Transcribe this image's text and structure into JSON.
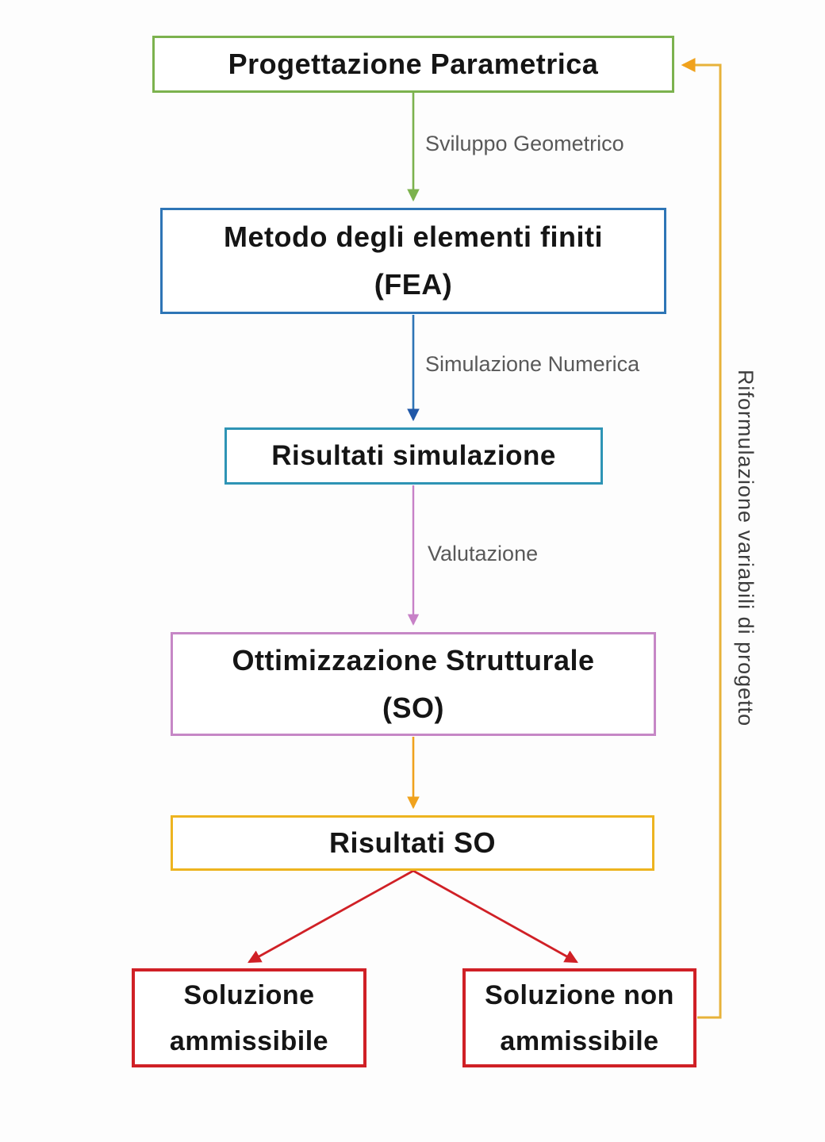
{
  "diagram_type": "flowchart",
  "palette": {
    "green": "#7cb24e",
    "blue": "#2e75b6",
    "teal_blue": "#2e94b5",
    "dark_blue_arrow": "#2158a8",
    "pink": "#c687c6",
    "gold": "#edb420",
    "orange_arrow": "#f0a21d",
    "red": "#d02026",
    "label_gray": "#595959",
    "node_text": "#151515"
  },
  "nodes": {
    "progettazione": {
      "label": "Progettazione Parametrica",
      "border_color": "#7cb24e"
    },
    "fea": {
      "line1": "Metodo degli elementi finiti",
      "line2": "(FEA)",
      "border_color": "#2e75b6"
    },
    "risultati_sim": {
      "label": "Risultati simulazione",
      "border_color": "#2e94b5"
    },
    "ottimizzazione": {
      "line1": "Ottimizzazione Strutturale",
      "line2": "(SO)",
      "border_color": "#c687c6"
    },
    "risultati_so": {
      "label": "Risultati SO",
      "border_color": "#edb420"
    },
    "sol_ammissibile": {
      "line1": "Soluzione",
      "line2": "ammissibile",
      "border_color": "#d02026"
    },
    "sol_non_ammissibile": {
      "line1": "Soluzione non",
      "line2": "ammissibile",
      "border_color": "#d02026"
    }
  },
  "edges": [
    {
      "from": "progettazione",
      "to": "fea",
      "label": "Sviluppo Geometrico",
      "color": "#7cb24e"
    },
    {
      "from": "fea",
      "to": "risultati_sim",
      "label": "Simulazione Numerica",
      "color": "#2e75b6"
    },
    {
      "from": "risultati_sim",
      "to": "ottimizzazione",
      "label": "Valutazione",
      "color": "#c687c6"
    },
    {
      "from": "ottimizzazione",
      "to": "risultati_so",
      "label": "",
      "color": "#f0a21d"
    },
    {
      "from": "risultati_so",
      "to": "sol_ammissibile",
      "label": "",
      "color": "#d02026"
    },
    {
      "from": "risultati_so",
      "to": "sol_non_ammissibile",
      "label": "",
      "color": "#d02026"
    },
    {
      "from": "sol_non_ammissibile",
      "to": "progettazione",
      "label": "Riformulazione variabili di progetto",
      "color": "#edb420"
    }
  ],
  "edge_labels": {
    "sviluppo": "Sviluppo Geometrico",
    "simulazione": "Simulazione Numerica",
    "valutazione": "Valutazione",
    "riformulazione": "Riformulazione variabili di progetto"
  }
}
